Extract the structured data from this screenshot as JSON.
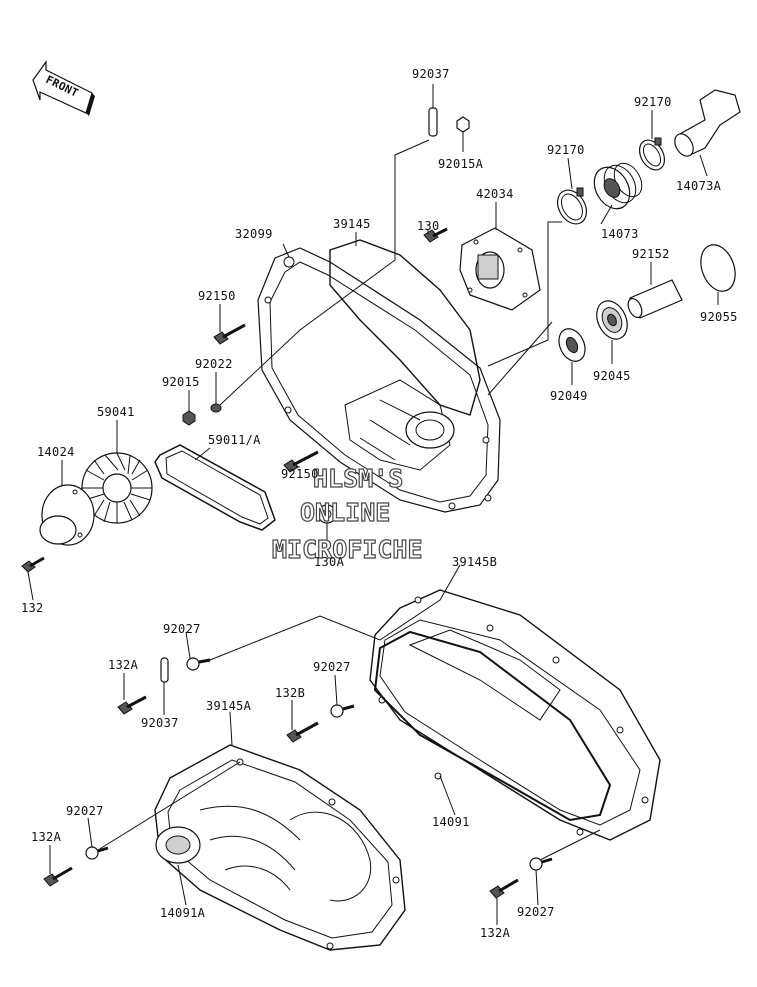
{
  "front_arrow": {
    "text": "FRONT"
  },
  "watermark": {
    "line1": "HLSM'S",
    "line2": "ONLINE",
    "line3": "MICROFICHE"
  },
  "labels": [
    {
      "id": "l92037a",
      "text": "92037"
    },
    {
      "id": "l92015a",
      "text": "92015A"
    },
    {
      "id": "l92170a",
      "text": "92170"
    },
    {
      "id": "l92170b",
      "text": "92170"
    },
    {
      "id": "l14073a",
      "text": "14073A"
    },
    {
      "id": "l42034",
      "text": "42034"
    },
    {
      "id": "l14073",
      "text": "14073"
    },
    {
      "id": "l32099",
      "text": "32099"
    },
    {
      "id": "l39145",
      "text": "39145"
    },
    {
      "id": "l130",
      "text": "130"
    },
    {
      "id": "l92152",
      "text": "92152"
    },
    {
      "id": "l92150a",
      "text": "92150"
    },
    {
      "id": "l92055",
      "text": "92055"
    },
    {
      "id": "l92022",
      "text": "92022"
    },
    {
      "id": "l92045",
      "text": "92045"
    },
    {
      "id": "l92015",
      "text": "92015"
    },
    {
      "id": "l92049",
      "text": "92049"
    },
    {
      "id": "l59041",
      "text": "59041"
    },
    {
      "id": "l59011",
      "text": "59011/A"
    },
    {
      "id": "l14024",
      "text": "14024"
    },
    {
      "id": "l92150b",
      "text": "92150"
    },
    {
      "id": "l130a",
      "text": "130A"
    },
    {
      "id": "l132",
      "text": "132"
    },
    {
      "id": "l39145b",
      "text": "39145B"
    },
    {
      "id": "l92027a",
      "text": "92027"
    },
    {
      "id": "l132a1",
      "text": "132A"
    },
    {
      "id": "l92027b",
      "text": "92027"
    },
    {
      "id": "l132b",
      "text": "132B"
    },
    {
      "id": "l92037b",
      "text": "92037"
    },
    {
      "id": "l39145a",
      "text": "39145A"
    },
    {
      "id": "l92027c",
      "text": "92027"
    },
    {
      "id": "l14091",
      "text": "14091"
    },
    {
      "id": "l132a2",
      "text": "132A"
    },
    {
      "id": "l14091a",
      "text": "14091A"
    },
    {
      "id": "l92027d",
      "text": "92027"
    },
    {
      "id": "l132a3",
      "text": "132A"
    }
  ]
}
